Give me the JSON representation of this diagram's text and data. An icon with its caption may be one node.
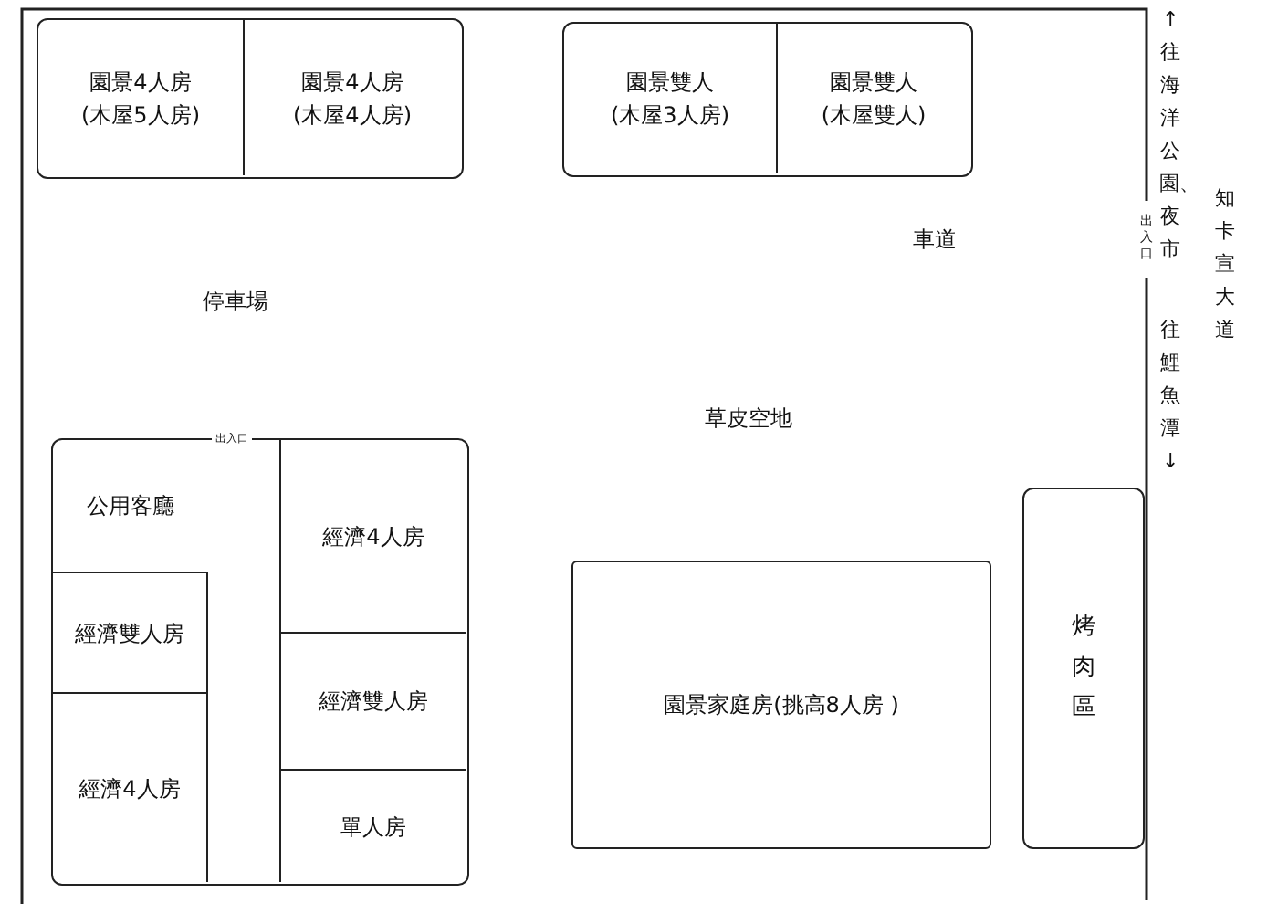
{
  "diagram": {
    "nodes": [
      {
        "text": [],
        "shape": "box"
      },
      {
        "text": [
          "園景4人房",
          "(木屋5人房)"
        ],
        "in": 0
      },
      {
        "text": [
          "園景4人房",
          "(木屋4人房)"
        ],
        "in": 0
      },
      {
        "text": [],
        "shape": "box"
      },
      {
        "text": [
          "園景雙人",
          "(木屋3人房)"
        ],
        "in": 3
      },
      {
        "text": [
          "園景雙人",
          "(木屋雙人)"
        ],
        "in": 3
      },
      {
        "text": [],
        "shape": "box"
      },
      {
        "text": [
          "公用客廳"
        ],
        "in": 6
      },
      {
        "text": [
          "經濟4人房"
        ],
        "in": 6
      },
      {
        "text": [
          "經濟雙人房"
        ],
        "in": 6
      },
      {
        "text": [
          "經濟雙人房"
        ],
        "in": 6
      },
      {
        "text": [
          "經濟4人房"
        ],
        "in": 6
      },
      {
        "text": [
          "單人房"
        ],
        "in": 6
      },
      {
        "text": [
          "烤肉區"
        ]
      },
      {
        "text": [
          "園景家庭房(挑高8人房 )"
        ]
      }
    ],
    "labels": [
      "車道",
      "出入口",
      "停車場",
      "草皮空地",
      "出入口",
      "↑往海洋公園、夜市",
      "往鯉魚潭↓",
      "知卡宣大道"
    ]
  }
}
